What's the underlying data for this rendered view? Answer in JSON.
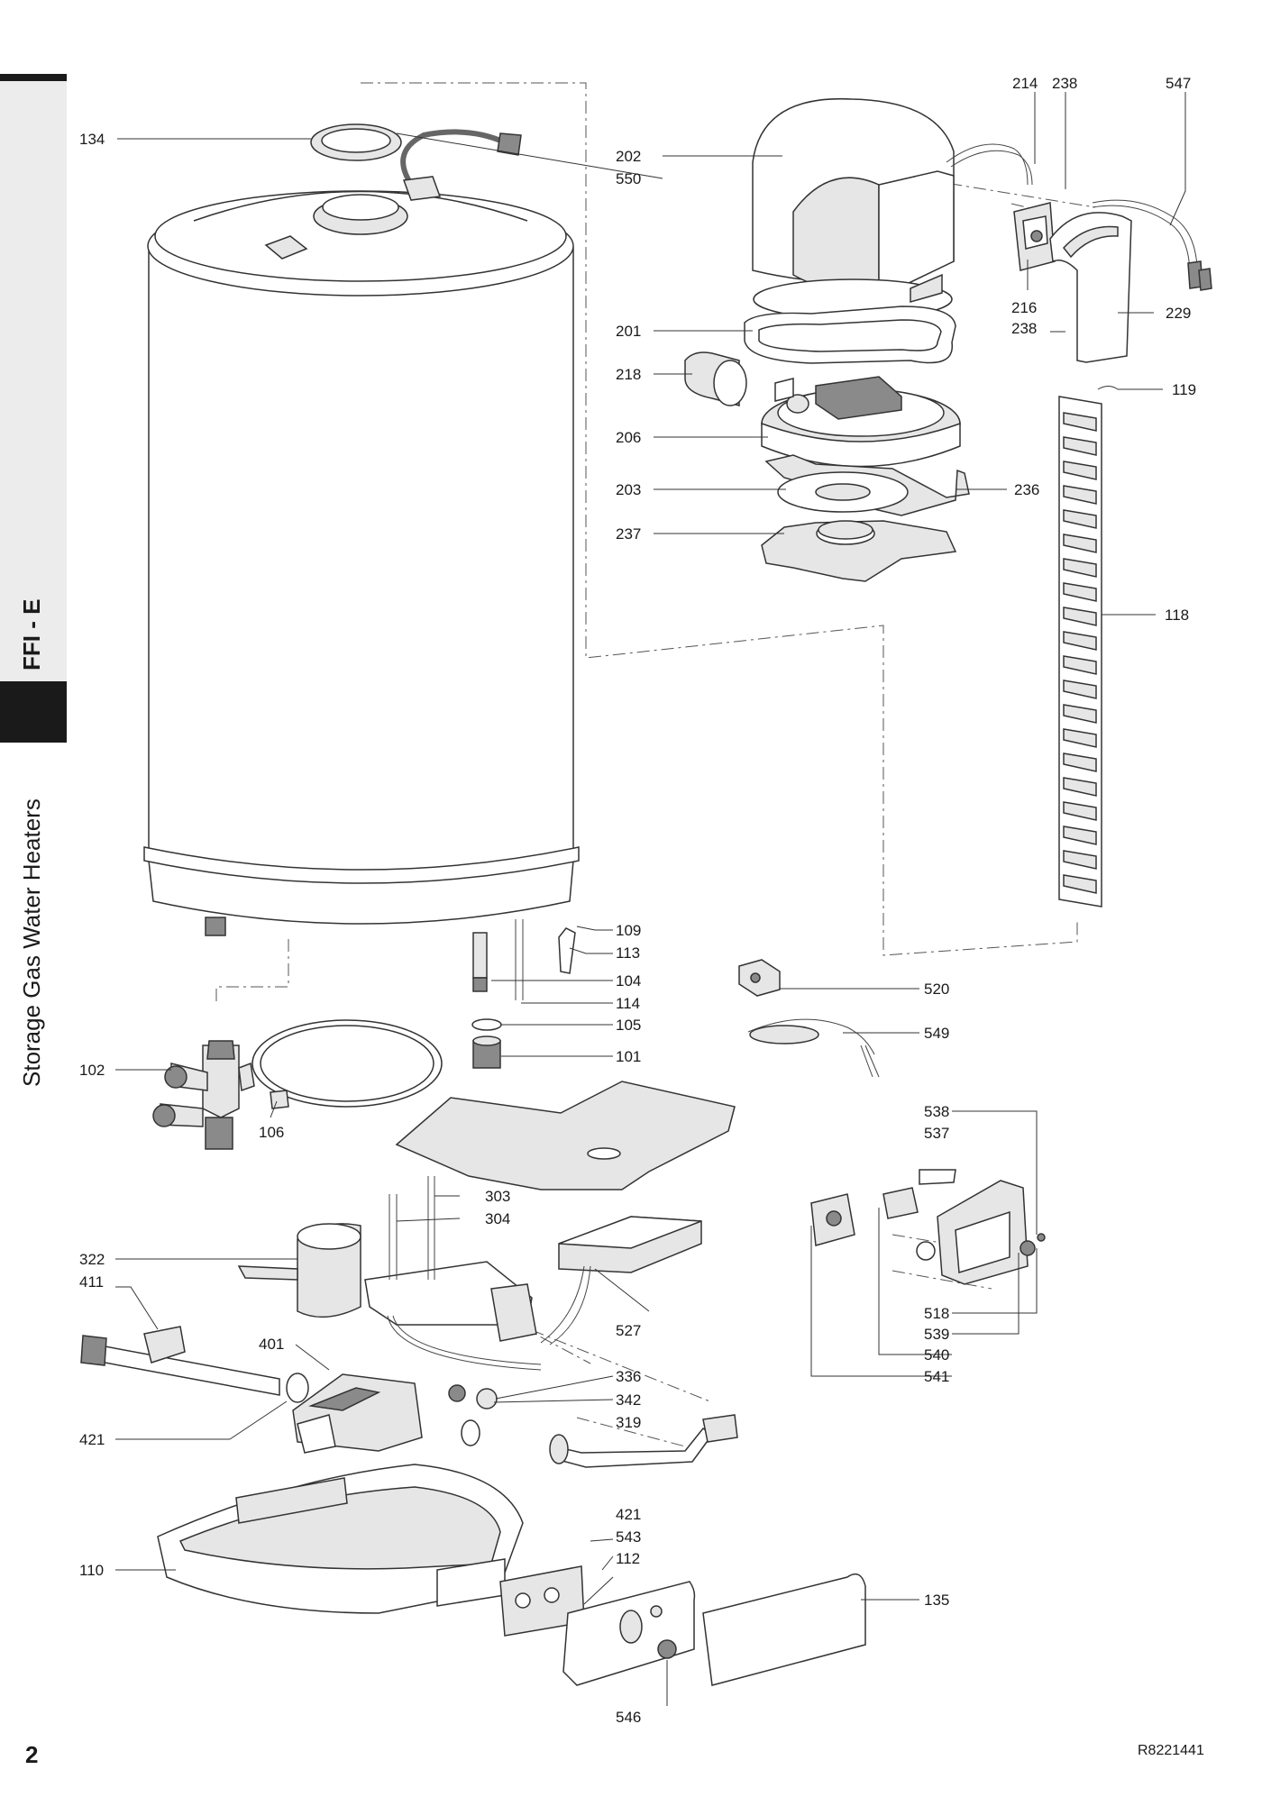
{
  "sidebar": {
    "product_code": "FFI - E",
    "section_title": "Storage Gas Water Heaters"
  },
  "page_number": "2",
  "drawing_reference": "R8221441",
  "callouts": [
    {
      "label": "134"
    },
    {
      "label": "202"
    },
    {
      "label": "550"
    },
    {
      "label": "214"
    },
    {
      "label": "238"
    },
    {
      "label": "547"
    },
    {
      "label": "216"
    },
    {
      "label": "238"
    },
    {
      "label": "229"
    },
    {
      "label": "201"
    },
    {
      "label": "218"
    },
    {
      "label": "119"
    },
    {
      "label": "206"
    },
    {
      "label": "203"
    },
    {
      "label": "236"
    },
    {
      "label": "237"
    },
    {
      "label": "118"
    },
    {
      "label": "109"
    },
    {
      "label": "113"
    },
    {
      "label": "104"
    },
    {
      "label": "114"
    },
    {
      "label": "105"
    },
    {
      "label": "101"
    },
    {
      "label": "520"
    },
    {
      "label": "549"
    },
    {
      "label": "102"
    },
    {
      "label": "106"
    },
    {
      "label": "538"
    },
    {
      "label": "537"
    },
    {
      "label": "303"
    },
    {
      "label": "304"
    },
    {
      "label": "322"
    },
    {
      "label": "411"
    },
    {
      "label": "527"
    },
    {
      "label": "518"
    },
    {
      "label": "539"
    },
    {
      "label": "540"
    },
    {
      "label": "541"
    },
    {
      "label": "401"
    },
    {
      "label": "336"
    },
    {
      "label": "342"
    },
    {
      "label": "319"
    },
    {
      "label": "421"
    },
    {
      "label": "421"
    },
    {
      "label": "543"
    },
    {
      "label": "112"
    },
    {
      "label": "110"
    },
    {
      "label": "135"
    },
    {
      "label": "546"
    }
  ]
}
